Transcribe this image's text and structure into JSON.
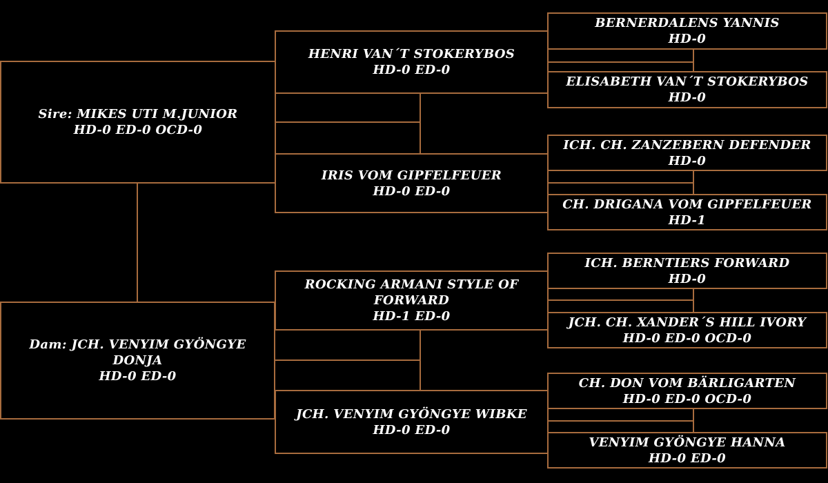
{
  "colors": {
    "background": "#000000",
    "line": "#a86c3e",
    "text": "#ffffff"
  },
  "pedigree": {
    "sire": {
      "name": "Sire: MIKES UTI M.JUNIOR",
      "health": "HD-0 ED-0 OCD-0"
    },
    "dam": {
      "name": "Dam: JCH. VENYIM GYÖNGYE DONJA",
      "health": "HD-0 ED-0"
    },
    "sire_sire": {
      "name": "HENRI VAN´T STOKERYBOS",
      "health": "HD-0 ED-0"
    },
    "sire_dam": {
      "name": "IRIS VOM GIPFELFEUER",
      "health": "HD-0 ED-0"
    },
    "dam_sire": {
      "name": "ROCKING ARMANI STYLE OF FORWARD",
      "health": "HD-1 ED-0"
    },
    "dam_dam": {
      "name": "JCH. VENYIM GYÖNGYE WIBKE",
      "health": "HD-0 ED-0"
    },
    "sire_sire_sire": {
      "name": "BERNERDALENS YANNIS",
      "health": "HD-0"
    },
    "sire_sire_dam": {
      "name": "ELISABETH VAN´T STOKERYBOS",
      "health": "HD-0"
    },
    "sire_dam_sire": {
      "name": "ICH. CH. ZANZEBERN DEFENDER",
      "health": "HD-0"
    },
    "sire_dam_dam": {
      "name": "CH. DRIGANA VOM GIPFELFEUER",
      "health": "HD-1"
    },
    "dam_sire_sire": {
      "name": "ICH. BERNTIERS FORWARD",
      "health": "HD-0"
    },
    "dam_sire_dam": {
      "name": "JCH. CH. XANDER´S HILL IVORY",
      "health": "HD-0 ED-0 OCD-0"
    },
    "dam_dam_sire": {
      "name": "CH. DON VOM BÄRLIGARTEN",
      "health": "HD-0 ED-0 OCD-0"
    },
    "dam_dam_dam": {
      "name": "VENYIM GYÖNGYE HANNA",
      "health": "HD-0 ED-0"
    }
  }
}
